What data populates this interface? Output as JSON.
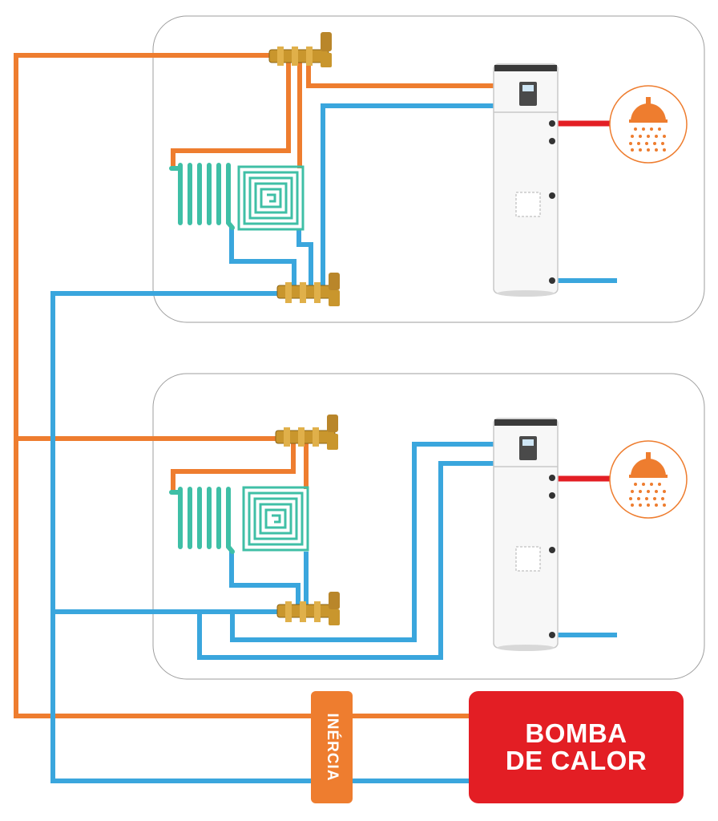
{
  "heat_pump": {
    "line1": "BOMBA",
    "line2": "DE CALOR"
  },
  "inertia": {
    "label": "INÉRCIA"
  },
  "colors": {
    "hot_pipe": "#ee7d2f",
    "cold_pipe": "#3aa6dd",
    "dhw_hot": "#e31e24",
    "emitter": "#3fbfa6",
    "manifold": "#c9962d",
    "heat_pump": "#e31e24",
    "inertia_tank": "#ee7d2f",
    "room_border": "#9e9e9e"
  },
  "icons": [
    "shower-icon",
    "radiator-icon",
    "underfloor-heating-icon",
    "manifold-icon",
    "water-heater-icon"
  ]
}
